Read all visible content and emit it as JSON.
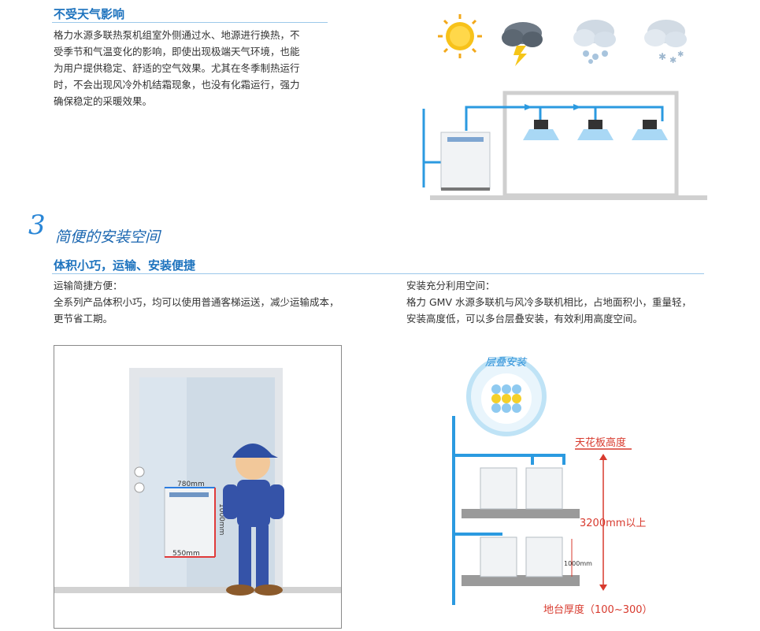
{
  "section_weather": {
    "subtitle": "不受天气影响",
    "paragraph": "格力水源多联热泵机组室外侧通过水、地源进行换热，不\n受季节和气温变化的影响，即使出现极端天气环境，也能\n为用户提供稳定、舒适的空气效果。尤其在冬季制热运行\n时，不会出现风冷外机结霜现象，也没有化霜运行，强力\n确保稳定的采暖效果。",
    "weather_icons": [
      "sun-icon",
      "thunderstorm-icon",
      "cloud-rain-icon",
      "snow-cloud-icon"
    ]
  },
  "section_install": {
    "number": "3",
    "title": "简便的安装空间",
    "subtitle": "体积小巧，运输、安装便捷",
    "left_heading": "运输简捷方便：",
    "left_text": "全系列产品体积小巧，均可以使用普通客梯运送，减少运输成本，\n更节省工期。",
    "right_heading": "安装充分利用空间：",
    "right_text": "格力 GMV 水源多联机与风冷多联机相比，占地面积小，重量轻，\n安装高度低，可以多台层叠安装，有效利用高度空间。",
    "dims": {
      "width": "780mm",
      "depth": "550mm",
      "height": "1000mm"
    },
    "stack": {
      "badge": "层叠安装",
      "ceiling": "天花板高度",
      "height": "3200mm以上",
      "unit_height": "1000mm",
      "platform": "地台厚度（100~300）"
    }
  }
}
